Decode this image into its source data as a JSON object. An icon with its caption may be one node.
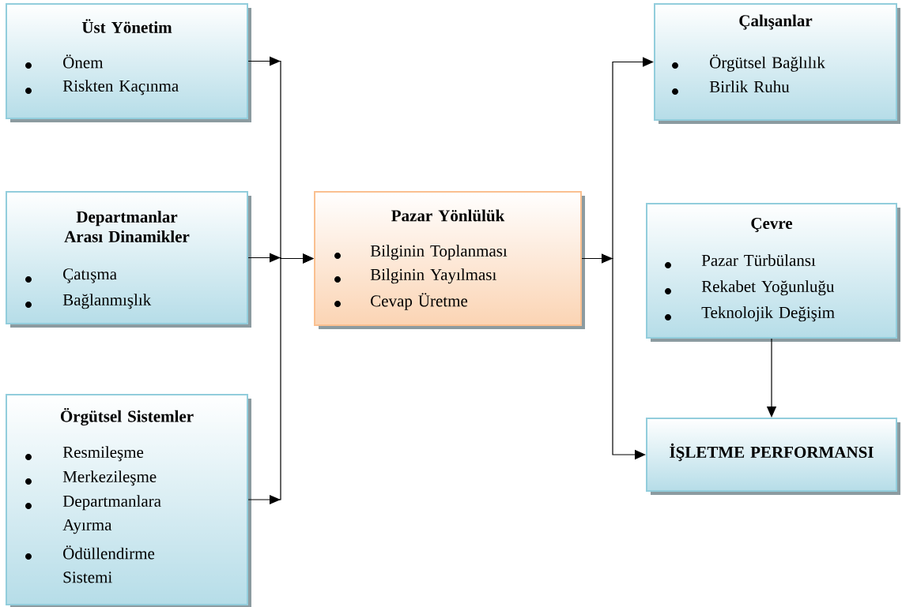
{
  "diagram": {
    "nodes": [
      {
        "text": [
          "Üst Yönetim",
          "Önem",
          "Riskten Kaçınma"
        ]
      },
      {
        "text": [
          "Departmanlar Arası Dinamikler",
          "Çatışma",
          "Bağlanmışlık"
        ]
      },
      {
        "text": [
          "Örgütsel Sistemler",
          "Resmileşme",
          "Merkezileşme",
          "Departmanlara Ayırma",
          "Ödüllendirme Sistemi"
        ]
      },
      {
        "text": [
          "Pazar Yönlülük",
          "Bilginin Toplanması",
          "Bilginin Yayılması",
          "Cevap Üretme"
        ]
      },
      {
        "text": [
          "Çalışanlar",
          "Örgütsel Bağlılık",
          "Birlik Ruhu"
        ]
      },
      {
        "text": [
          "Çevre",
          "Pazar Türbülansı",
          "Rekabet Yoğunluğu",
          "Teknolojik Değişim"
        ]
      },
      {
        "text": [
          "İŞLETME PERFORMANSI"
        ]
      }
    ],
    "edges": [
      {
        "from": 0,
        "to": 3,
        "arrow": "to"
      },
      {
        "from": 1,
        "to": 3,
        "arrow": "to"
      },
      {
        "from": 2,
        "to": 3,
        "arrow": "to"
      },
      {
        "from": 3,
        "to": 4,
        "arrow": "to"
      },
      {
        "from": 3,
        "to": 6,
        "arrow": "to"
      },
      {
        "from": 5,
        "to": 6,
        "arrow": "to"
      }
    ]
  }
}
